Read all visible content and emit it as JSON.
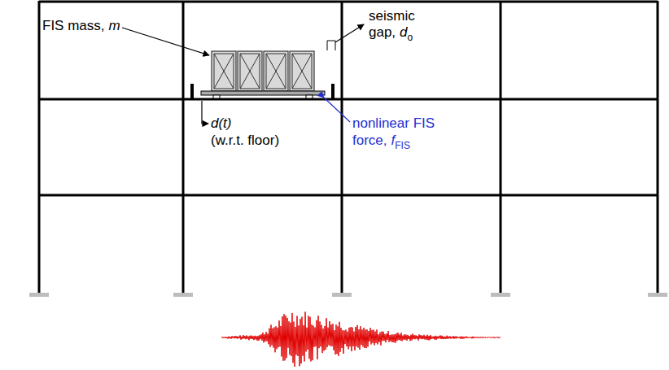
{
  "diagram": {
    "labels": [
      "FIS mass,",
      "m",
      "seismic",
      "gap,",
      "d",
      "o",
      "d(t)",
      "(w.r.t. floor)",
      "nonlinear FIS",
      "force,",
      "f",
      "FIS"
    ]
  }
}
